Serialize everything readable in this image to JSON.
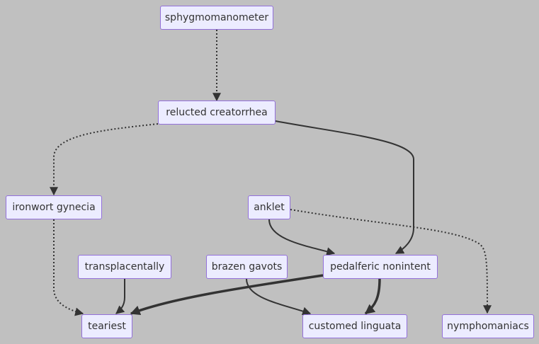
{
  "diagram": {
    "type": "flowchart",
    "colors": {
      "background": "#c0c0c0",
      "node_fill": "#ececff",
      "node_border": "#9370db",
      "edge": "#333333",
      "text": "#333333"
    },
    "nodes": [
      {
        "id": "sphygmomanometer",
        "label": "sphygmomanometer"
      },
      {
        "id": "relucted",
        "label": "relucted creatorrhea"
      },
      {
        "id": "ironwort",
        "label": "ironwort gynecia"
      },
      {
        "id": "anklet",
        "label": "anklet"
      },
      {
        "id": "transplacentally",
        "label": "transplacentally"
      },
      {
        "id": "brazen",
        "label": "brazen gavots"
      },
      {
        "id": "pedalferic",
        "label": "pedalferic nonintent"
      },
      {
        "id": "teariest",
        "label": "teariest"
      },
      {
        "id": "customed",
        "label": "customed linguata"
      },
      {
        "id": "nymphomaniacs",
        "label": "nymphomaniacs"
      }
    ],
    "edges": [
      {
        "from": "sphygmomanometer",
        "to": "relucted",
        "style": "dotted"
      },
      {
        "from": "relucted",
        "to": "ironwort",
        "style": "dotted"
      },
      {
        "from": "relucted",
        "to": "pedalferic",
        "style": "solid"
      },
      {
        "from": "ironwort",
        "to": "teariest",
        "style": "dotted"
      },
      {
        "from": "anklet",
        "to": "pedalferic",
        "style": "solid"
      },
      {
        "from": "anklet",
        "to": "nymphomaniacs",
        "style": "dotted"
      },
      {
        "from": "transplacentally",
        "to": "teariest",
        "style": "solid"
      },
      {
        "from": "brazen",
        "to": "customed",
        "style": "solid"
      },
      {
        "from": "pedalferic",
        "to": "teariest",
        "style": "thick"
      },
      {
        "from": "pedalferic",
        "to": "customed",
        "style": "thick"
      }
    ]
  }
}
